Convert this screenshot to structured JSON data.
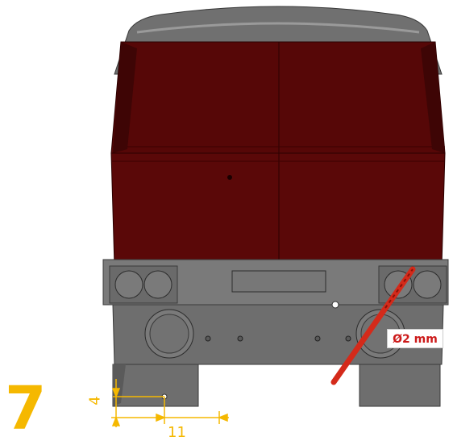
{
  "step": {
    "number": "7"
  },
  "drill": {
    "label": "Ø2 mm"
  },
  "dimensions": {
    "vertical": "4",
    "horizontal": "11"
  },
  "colors": {
    "accent": "#f5b800",
    "body_red": "#5a0808",
    "grey": "#6e6e6e",
    "drill": "#d42a1a"
  }
}
